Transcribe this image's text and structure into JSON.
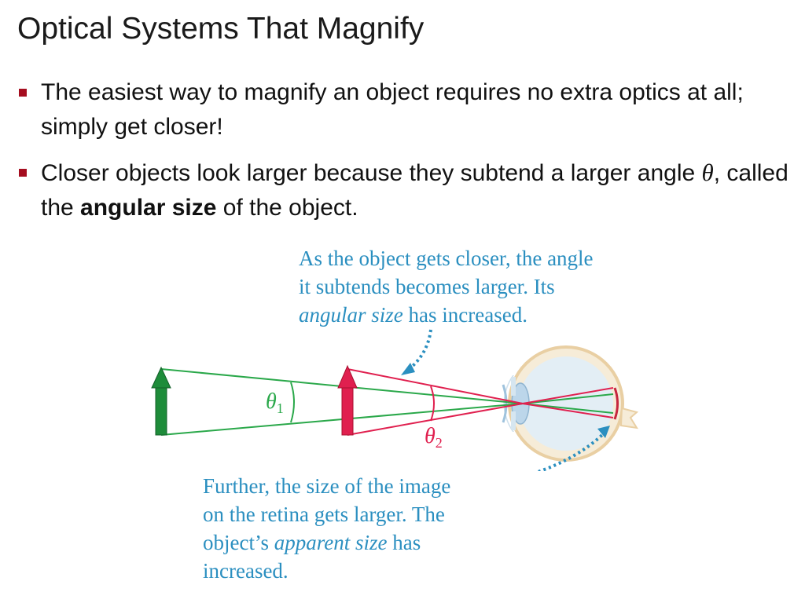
{
  "title": "Optical Systems That Magnify",
  "bullets": [
    {
      "text": "The easiest way to magnify an object requires no extra optics at all; simply get closer!"
    },
    {
      "text_before": "Closer objects look larger because they subtend a larger angle ",
      "symbol": "θ",
      "text_middle": ", called the ",
      "term": "angular size",
      "text_after": " of the object."
    }
  ],
  "callouts": {
    "top": {
      "line1": "As the object gets closer, the angle",
      "line2": "it subtends becomes larger. Its",
      "emphasis": "angular size",
      "line3_rest": " has increased."
    },
    "bottom": {
      "line1": "Further, the size of the image",
      "line2": "on the retina gets larger. The",
      "line3_start": "object’s ",
      "emphasis": "apparent size",
      "line3_end": " has",
      "line4": "increased."
    }
  },
  "figure": {
    "theta1": {
      "symbol": "θ",
      "subscript": "1"
    },
    "theta2": {
      "symbol": "θ",
      "subscript": "2"
    }
  },
  "colors": {
    "bullet_marker": "#a50d1f",
    "callout_text": "#2b8fc0",
    "far_object": "#1e8c3a",
    "near_object": "#e0204f",
    "eye_outline": "#f0d9b5"
  },
  "icons": {
    "far_object": "green-arrow-icon",
    "near_object": "red-arrow-icon",
    "eye": "eye-icon",
    "pointer": "dotted-arrow-icon"
  }
}
